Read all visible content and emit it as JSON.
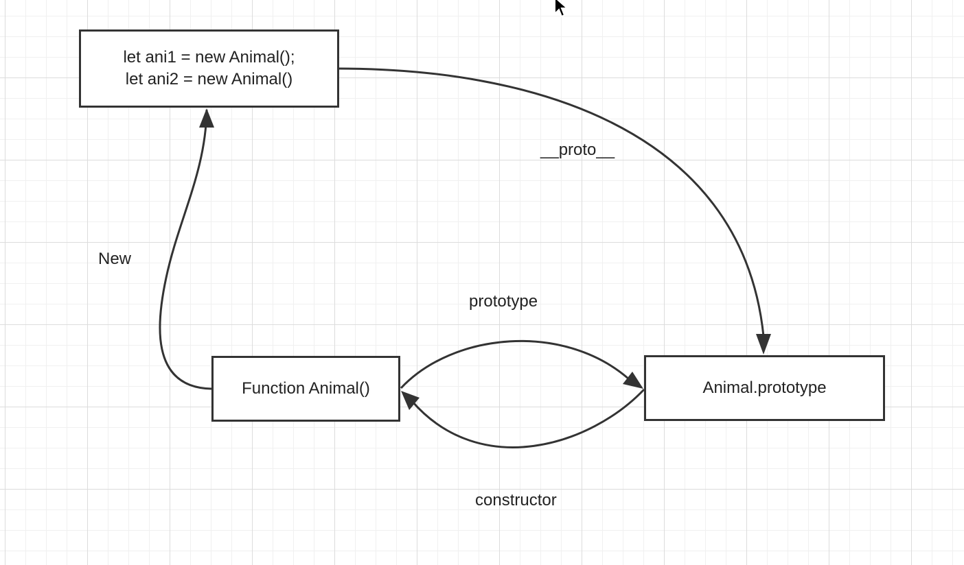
{
  "nodes": {
    "instances": {
      "lines": [
        "let ani1 = new Animal();",
        "let ani2 = new Animal()"
      ]
    },
    "function": {
      "label": "Function Animal()"
    },
    "prototype": {
      "label": "Animal.prototype"
    }
  },
  "edges": {
    "new": {
      "label": "New"
    },
    "proto": {
      "label": "__proto__"
    },
    "prototype": {
      "label": "prototype"
    },
    "constructor": {
      "label": "constructor"
    }
  },
  "colors": {
    "stroke": "#333333",
    "text": "#222222",
    "grid_major": "#dcdcdc",
    "grid_minor": "#f0f0f0",
    "background": "#ffffff"
  }
}
